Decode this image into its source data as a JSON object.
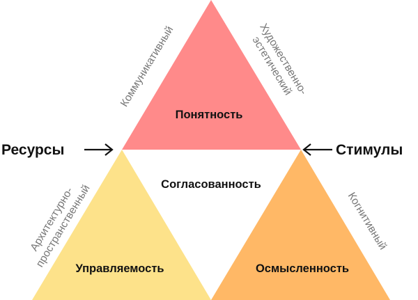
{
  "diagram": {
    "triangles": {
      "top": {
        "label": "Понятность",
        "color": "#ff8a8a"
      },
      "bottom_left": {
        "label": "Управляемость",
        "color": "#fde28a"
      },
      "bottom_right": {
        "label": "Осмысленность",
        "color": "#ffb866"
      }
    },
    "center_label": "Согласованность",
    "side_labels": {
      "top_left": "Коммуникативный",
      "top_right_line1": "Художественно-",
      "top_right_line2": "эстетический",
      "bottom_left_line1": "Архитектурно-",
      "bottom_left_line2": "пространственный",
      "bottom_right": "Когнитивный"
    },
    "arrows": {
      "left": {
        "label": "Ресурсы"
      },
      "right": {
        "label": "Стимулы"
      }
    },
    "colors": {
      "text": "#111111",
      "side_text": "#777777",
      "arrow": "#111111"
    }
  }
}
